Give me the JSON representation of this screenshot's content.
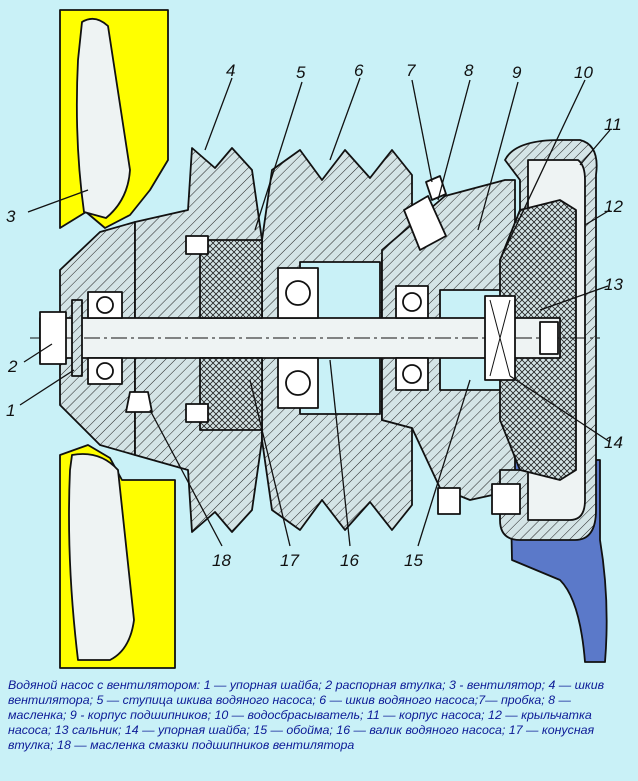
{
  "callouts": [
    "1",
    "2",
    "3",
    "4",
    "5",
    "6",
    "7",
    "8",
    "9",
    "10",
    "11",
    "12",
    "13",
    "14",
    "15",
    "16",
    "17",
    "18"
  ],
  "caption": "Водяной насос с вентилятором: 1 — упорная шайба; 2 распорная втулка; 3 -  вентилятор; 4 — шкив вентилятора; 5 — ступица шкива водяного насоса; 6 — шкив водяного насоса;7— пробка; 8 — масленка; 9 -  корпус подшипников; 10 — водосбрасыватель; 11 — корпус  насоса; 12 — крыльчатка насоса; 13 сальник; 14 — упорная шайба; 15 — обойма; 16 — валик водяного насоса; 17 — конусная втулка; 18 — масленка смазки подшипников вентилятора",
  "colors": {
    "background": "#c9f1f7",
    "fan_blade": "#ffff00",
    "housing_bracket": "#5b79c9",
    "caption_text": "#0c1a96",
    "outline": "#111111"
  }
}
